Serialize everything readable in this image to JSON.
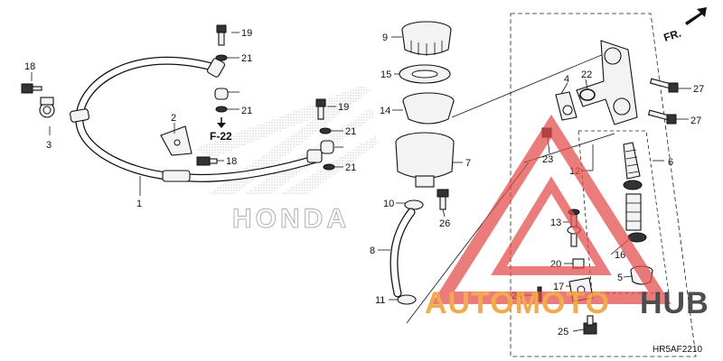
{
  "diagram": {
    "code": "HR5AF2210",
    "ref_label": "F-22",
    "direction_label": "FR.",
    "part_numbers": [
      "1",
      "2",
      "3",
      "4",
      "5",
      "6",
      "7",
      "8",
      "9",
      "10",
      "11",
      "12",
      "13",
      "14",
      "15",
      "16",
      "17",
      "18",
      "18",
      "19",
      "19",
      "20",
      "21",
      "21",
      "21",
      "21",
      "22",
      "23",
      "24",
      "25",
      "26",
      "27",
      "27"
    ],
    "background_brand": "HONDA",
    "watermark": {
      "part1": "AUTOMOTO",
      "part2": "HUB",
      "color1": "#f0a23a",
      "color2": "#3a3a3a",
      "triangle_color": "#e34a4a"
    }
  }
}
